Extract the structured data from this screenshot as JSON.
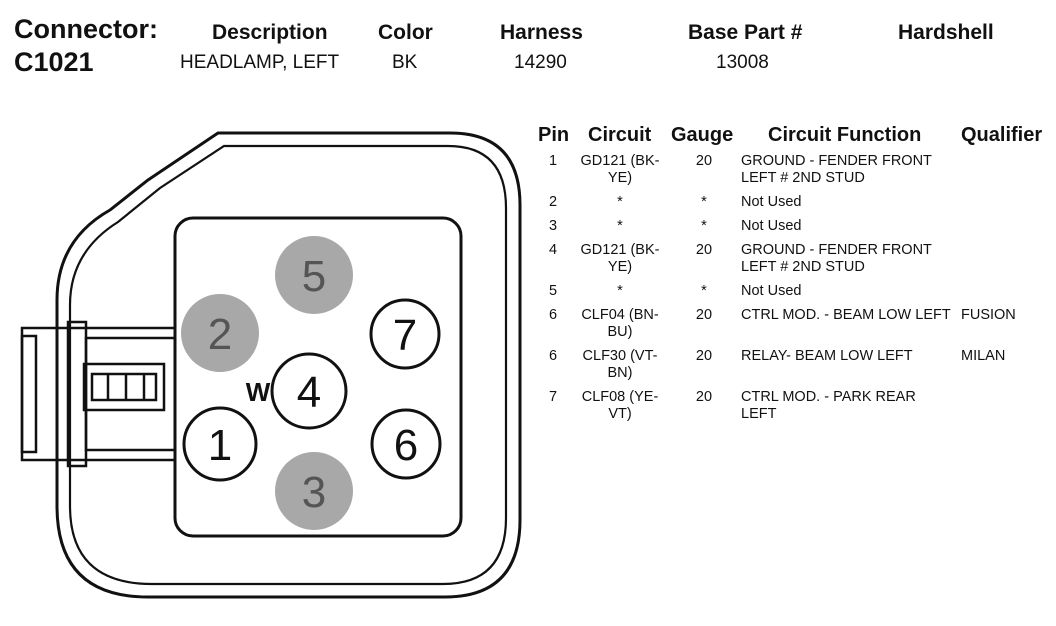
{
  "connector": {
    "label": "Connector:",
    "id": "C1021"
  },
  "info": {
    "description_label": "Description",
    "description_value": "HEADLAMP, LEFT",
    "color_label": "Color",
    "color_value": "BK",
    "harness_label": "Harness",
    "harness_value": "14290",
    "base_part_label": "Base Part #",
    "base_part_value": "13008",
    "hardshell_label": "Hardshell"
  },
  "table": {
    "headers": {
      "pin": "Pin",
      "circuit": "Circuit",
      "gauge": "Gauge",
      "function": "Circuit Function",
      "qualifier": "Qualifier"
    },
    "rows": [
      {
        "pin": "1",
        "circuit": "GD121 (BK-YE)",
        "gauge": "20",
        "function": "GROUND - FENDER FRONT LEFT # 2ND STUD",
        "qualifier": ""
      },
      {
        "pin": "2",
        "circuit": "*",
        "gauge": "*",
        "function": "Not Used",
        "qualifier": ""
      },
      {
        "pin": "3",
        "circuit": "*",
        "gauge": "*",
        "function": "Not Used",
        "qualifier": ""
      },
      {
        "pin": "4",
        "circuit": "GD121 (BK-YE)",
        "gauge": "20",
        "function": "GROUND - FENDER FRONT LEFT # 2ND STUD",
        "qualifier": ""
      },
      {
        "pin": "5",
        "circuit": "*",
        "gauge": "*",
        "function": "Not Used",
        "qualifier": ""
      },
      {
        "pin": "6",
        "circuit": "CLF04 (BN-BU)",
        "gauge": "20",
        "function": "CTRL MOD. - BEAM LOW LEFT",
        "qualifier": "FUSION"
      },
      {
        "pin": "6",
        "circuit": "CLF30 (VT-BN)",
        "gauge": "20",
        "function": "RELAY- BEAM LOW LEFT",
        "qualifier": "MILAN"
      },
      {
        "pin": "7",
        "circuit": "CLF08 (YE-VT)",
        "gauge": "20",
        "function": "CTRL MOD. - PARK REAR LEFT",
        "qualifier": ""
      }
    ]
  },
  "diagram": {
    "pins": [
      {
        "label": "1",
        "used": true
      },
      {
        "label": "2",
        "used": false
      },
      {
        "label": "3",
        "used": false
      },
      {
        "label": "4",
        "used": true
      },
      {
        "label": "5",
        "used": false
      },
      {
        "label": "6",
        "used": true
      },
      {
        "label": "7",
        "used": true
      }
    ],
    "key_mark": "W",
    "colors": {
      "unused_fill": "#a8a8a8",
      "used_fill": "#ffffff",
      "stroke": "#111111"
    }
  }
}
